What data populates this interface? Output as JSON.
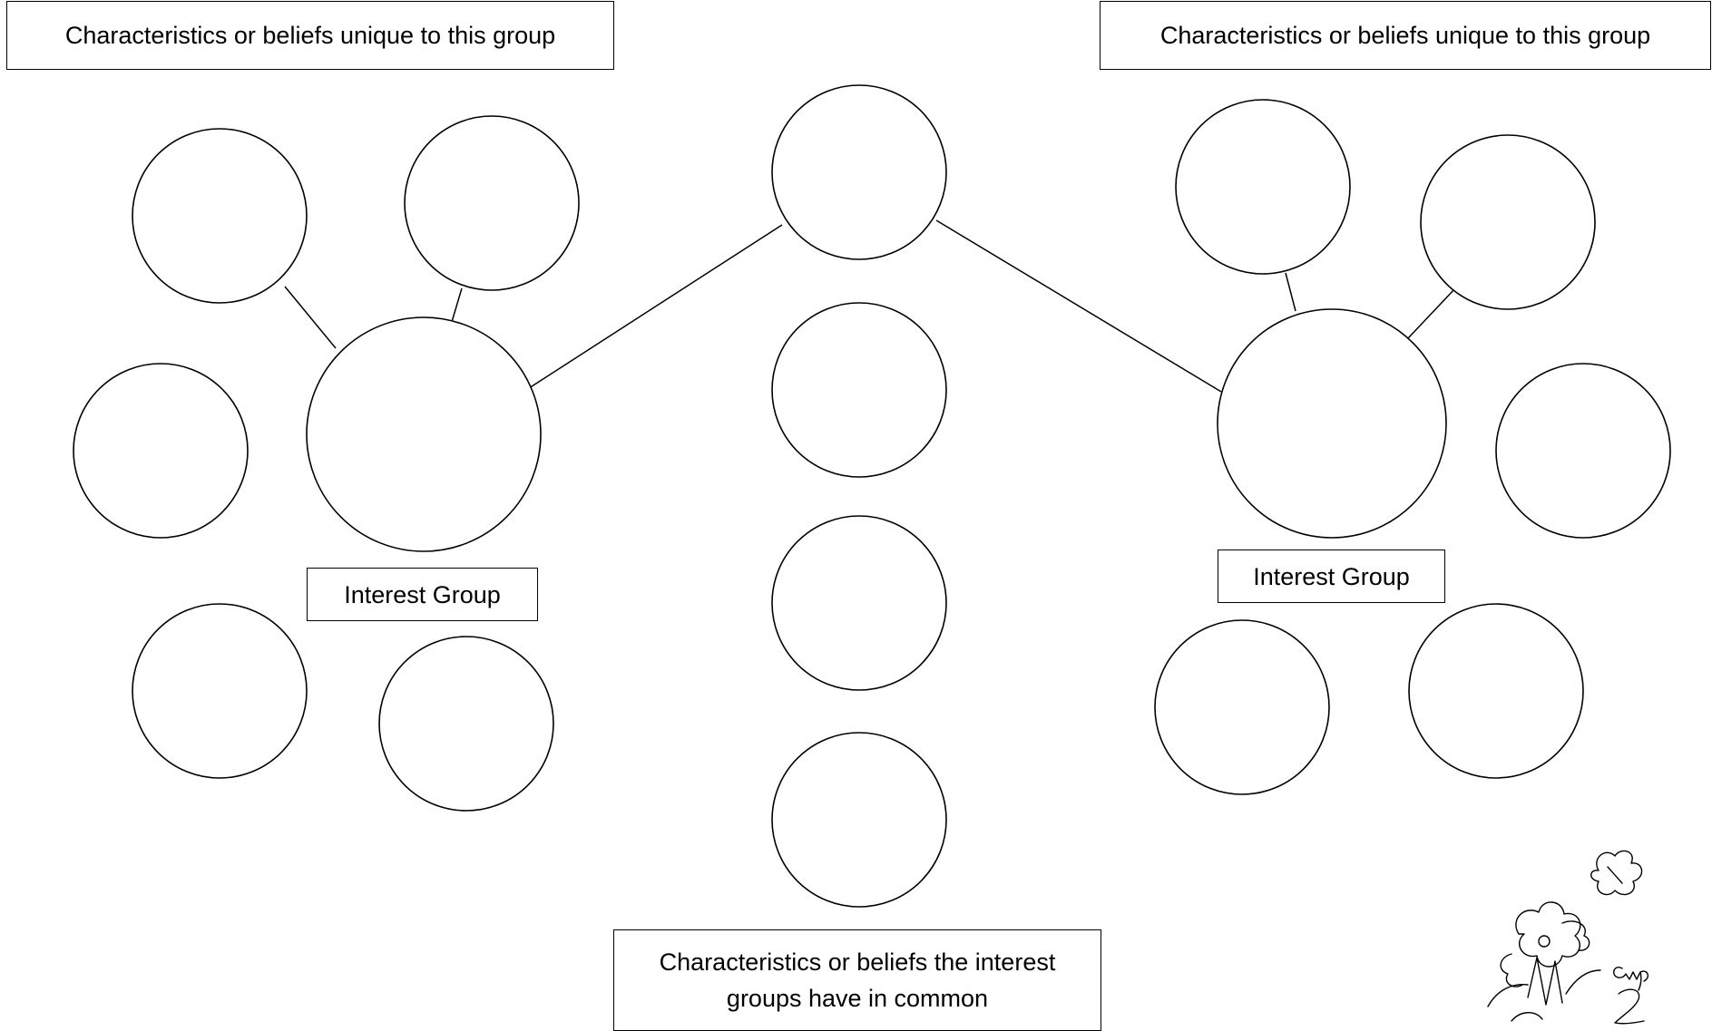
{
  "diagram": {
    "type": "double-bubble map",
    "left_group": {
      "header": "Characteristics or beliefs unique to this group",
      "center_label": "Interest Group",
      "unique_bubbles": [
        "",
        "",
        "",
        "",
        ""
      ]
    },
    "right_group": {
      "header": "Characteristics or beliefs unique to this group",
      "center_label": "Interest Group",
      "unique_bubbles": [
        "",
        "",
        "",
        "",
        ""
      ]
    },
    "common": {
      "label": "Characteristics or beliefs the interest groups have in common",
      "bubbles": [
        "",
        "",
        "",
        ""
      ]
    }
  },
  "colors": {
    "stroke": "#000000",
    "background": "#ffffff"
  }
}
